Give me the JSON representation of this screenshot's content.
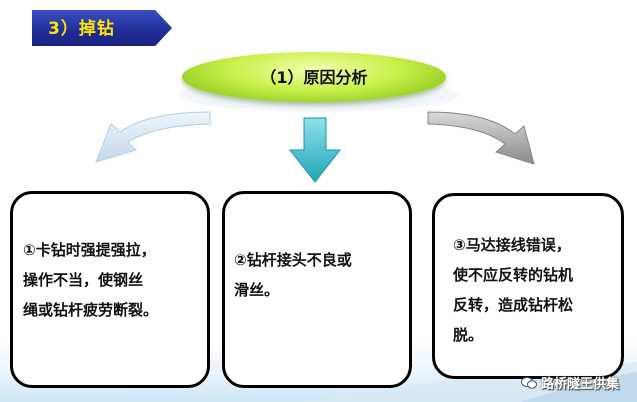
{
  "banner": {
    "text": "3）掉钻"
  },
  "center": {
    "label": "（1）原因分析"
  },
  "boxes": [
    {
      "text": "①卡钻时强提强拉，\n操作不当，使钢丝\n绳或钻杆疲劳断裂。"
    },
    {
      "text": "②钻杆接头不良或\n滑丝。"
    },
    {
      "text": "③马达接线错误，\n使不应反转的钻机\n反转，造成钻杆松\n脱。"
    }
  ],
  "watermark": {
    "text": "路桥隧王供集"
  },
  "colors": {
    "banner": "#1f2c96",
    "banner_text": "#ffe400",
    "ellipse": "#a6dc2a",
    "arrow_left": "#cfe1ee",
    "arrow_center": "#2fb3c2",
    "arrow_right": "#9c9c9c"
  }
}
